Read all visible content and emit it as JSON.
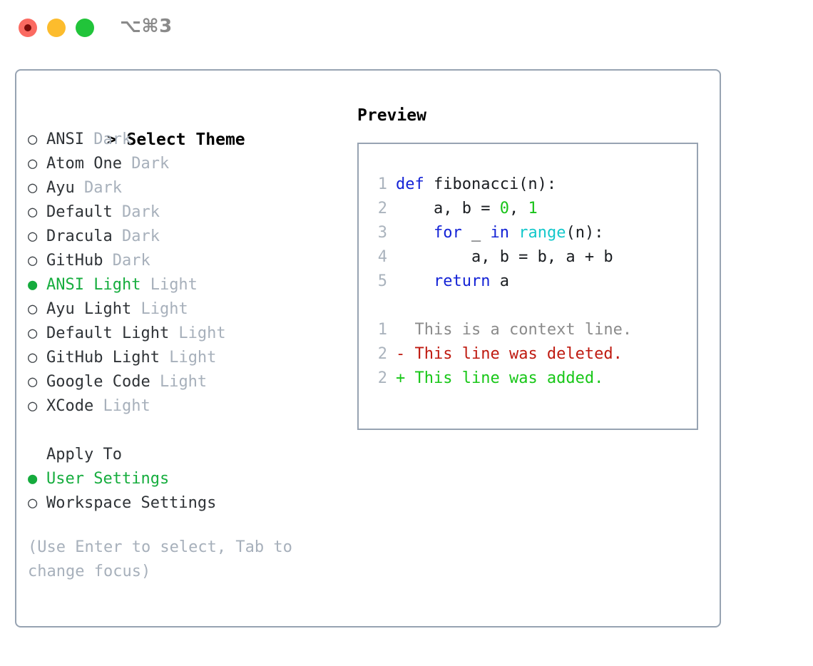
{
  "window": {
    "shortcut_label": "⌥⌘3",
    "traffic_lights": [
      "close-red",
      "minimize-yellow",
      "maximize-green"
    ]
  },
  "theme_panel": {
    "header_prefix": "> ",
    "header": "Select Theme",
    "bullet_unselected": "○",
    "bullet_selected": "●",
    "items": [
      {
        "name": "ANSI",
        "kind": "Dark",
        "selected": false
      },
      {
        "name": "Atom One",
        "kind": "Dark",
        "selected": false
      },
      {
        "name": "Ayu",
        "kind": "Dark",
        "selected": false
      },
      {
        "name": "Default",
        "kind": "Dark",
        "selected": false
      },
      {
        "name": "Dracula",
        "kind": "Dark",
        "selected": false
      },
      {
        "name": "GitHub",
        "kind": "Dark",
        "selected": false
      },
      {
        "name": "ANSI Light",
        "kind": "Light",
        "selected": true
      },
      {
        "name": "Ayu Light",
        "kind": "Light",
        "selected": false
      },
      {
        "name": "Default Light",
        "kind": "Light",
        "selected": false
      },
      {
        "name": "GitHub Light",
        "kind": "Light",
        "selected": false
      },
      {
        "name": "Google Code",
        "kind": "Light",
        "selected": false
      },
      {
        "name": "XCode",
        "kind": "Light",
        "selected": false
      }
    ]
  },
  "apply_to": {
    "header": "Apply To",
    "options": [
      {
        "label": "User Settings",
        "selected": true
      },
      {
        "label": "Workspace Settings",
        "selected": false
      }
    ]
  },
  "help": {
    "text": "(Use Enter to select, Tab to change focus)"
  },
  "preview": {
    "title": "Preview",
    "code_lines": [
      {
        "no": "1",
        "tokens": [
          {
            "t": "def ",
            "c": "kw"
          },
          {
            "t": "fibonacci(n):",
            "c": "plain"
          }
        ]
      },
      {
        "no": "2",
        "tokens": [
          {
            "t": "    a, b = ",
            "c": "plain"
          },
          {
            "t": "0",
            "c": "num"
          },
          {
            "t": ", ",
            "c": "plain"
          },
          {
            "t": "1",
            "c": "num"
          }
        ]
      },
      {
        "no": "3",
        "tokens": [
          {
            "t": "    ",
            "c": "plain"
          },
          {
            "t": "for",
            "c": "kw"
          },
          {
            "t": " _ ",
            "c": "plain"
          },
          {
            "t": "in",
            "c": "kw"
          },
          {
            "t": " ",
            "c": "plain"
          },
          {
            "t": "range",
            "c": "builtin"
          },
          {
            "t": "(n):",
            "c": "plain"
          }
        ]
      },
      {
        "no": "4",
        "tokens": [
          {
            "t": "        a, b = b, a + b",
            "c": "plain"
          }
        ]
      },
      {
        "no": "5",
        "tokens": [
          {
            "t": "    ",
            "c": "plain"
          },
          {
            "t": "return",
            "c": "kw"
          },
          {
            "t": " a",
            "c": "plain"
          }
        ]
      }
    ],
    "diff_lines": [
      {
        "no": "1",
        "prefix": "  ",
        "text": "This is a context line.",
        "c": "ctx"
      },
      {
        "no": "2",
        "prefix": "- ",
        "text": "This line was deleted.",
        "c": "del"
      },
      {
        "no": "2",
        "prefix": "+ ",
        "text": "This line was added.",
        "c": "add"
      }
    ]
  },
  "colors": {
    "selected_green": "#16ad3e",
    "muted_gray": "#a7b0bb",
    "border": "#97a3b2",
    "keyword_blue": "#1423d6",
    "builtin_cyan": "#14c8cb",
    "number_green": "#19c319",
    "diff_added": "#18c718",
    "diff_deleted": "#bf1a10",
    "diff_context": "#8b8b8b",
    "traffic_red": "#fb6a61",
    "traffic_yellow": "#fcbc2d",
    "traffic_green": "#21c43a"
  }
}
